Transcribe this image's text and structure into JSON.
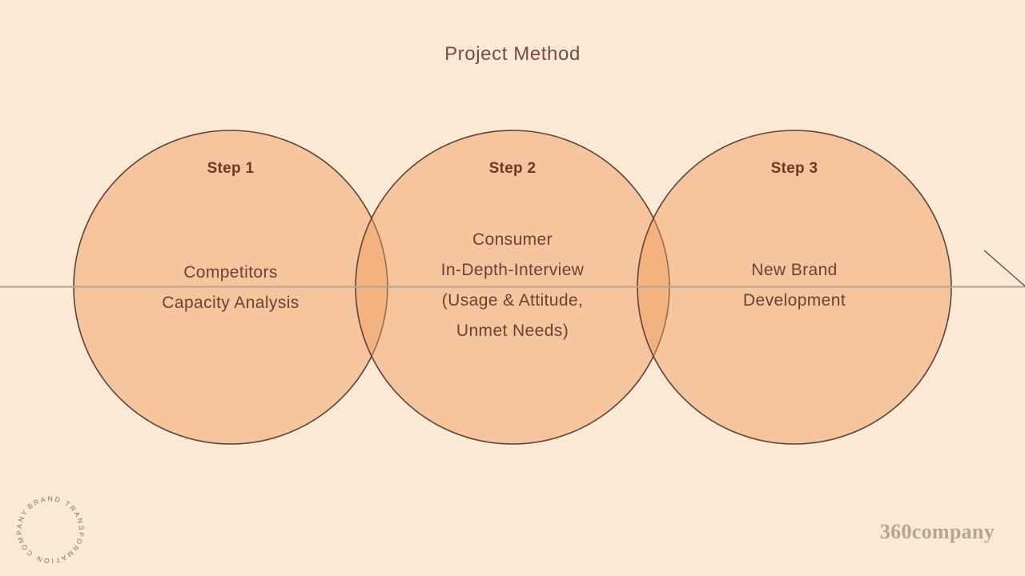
{
  "slide": {
    "title": "Project Method"
  },
  "steps": [
    {
      "label": "Step 1",
      "lines": [
        "Competitors",
        "Capacity Analysis"
      ]
    },
    {
      "label": "Step 2",
      "lines": [
        "Consumer",
        "In-Depth-Interview",
        "(Usage & Attitude,",
        "Unmet Needs)"
      ]
    },
    {
      "label": "Step 3",
      "lines": [
        "New Brand",
        "Development"
      ]
    }
  ],
  "footer": {
    "watermark": "360company",
    "logo_ring_text": "BRAND TRANSFORMATION COMPANY"
  },
  "colors": {
    "bg": "#FBE8D5",
    "circle_fill": "#F09C5B",
    "circle_stroke": "#5E4238",
    "axis_line": "#B2A291",
    "diagonal_line": "#5C5045",
    "title_text": "#7B4B3C",
    "step_text": "#6F3826",
    "body_text": "#6C4136",
    "watermark_text": "#B9A392",
    "logo_text": "#8B7263"
  }
}
